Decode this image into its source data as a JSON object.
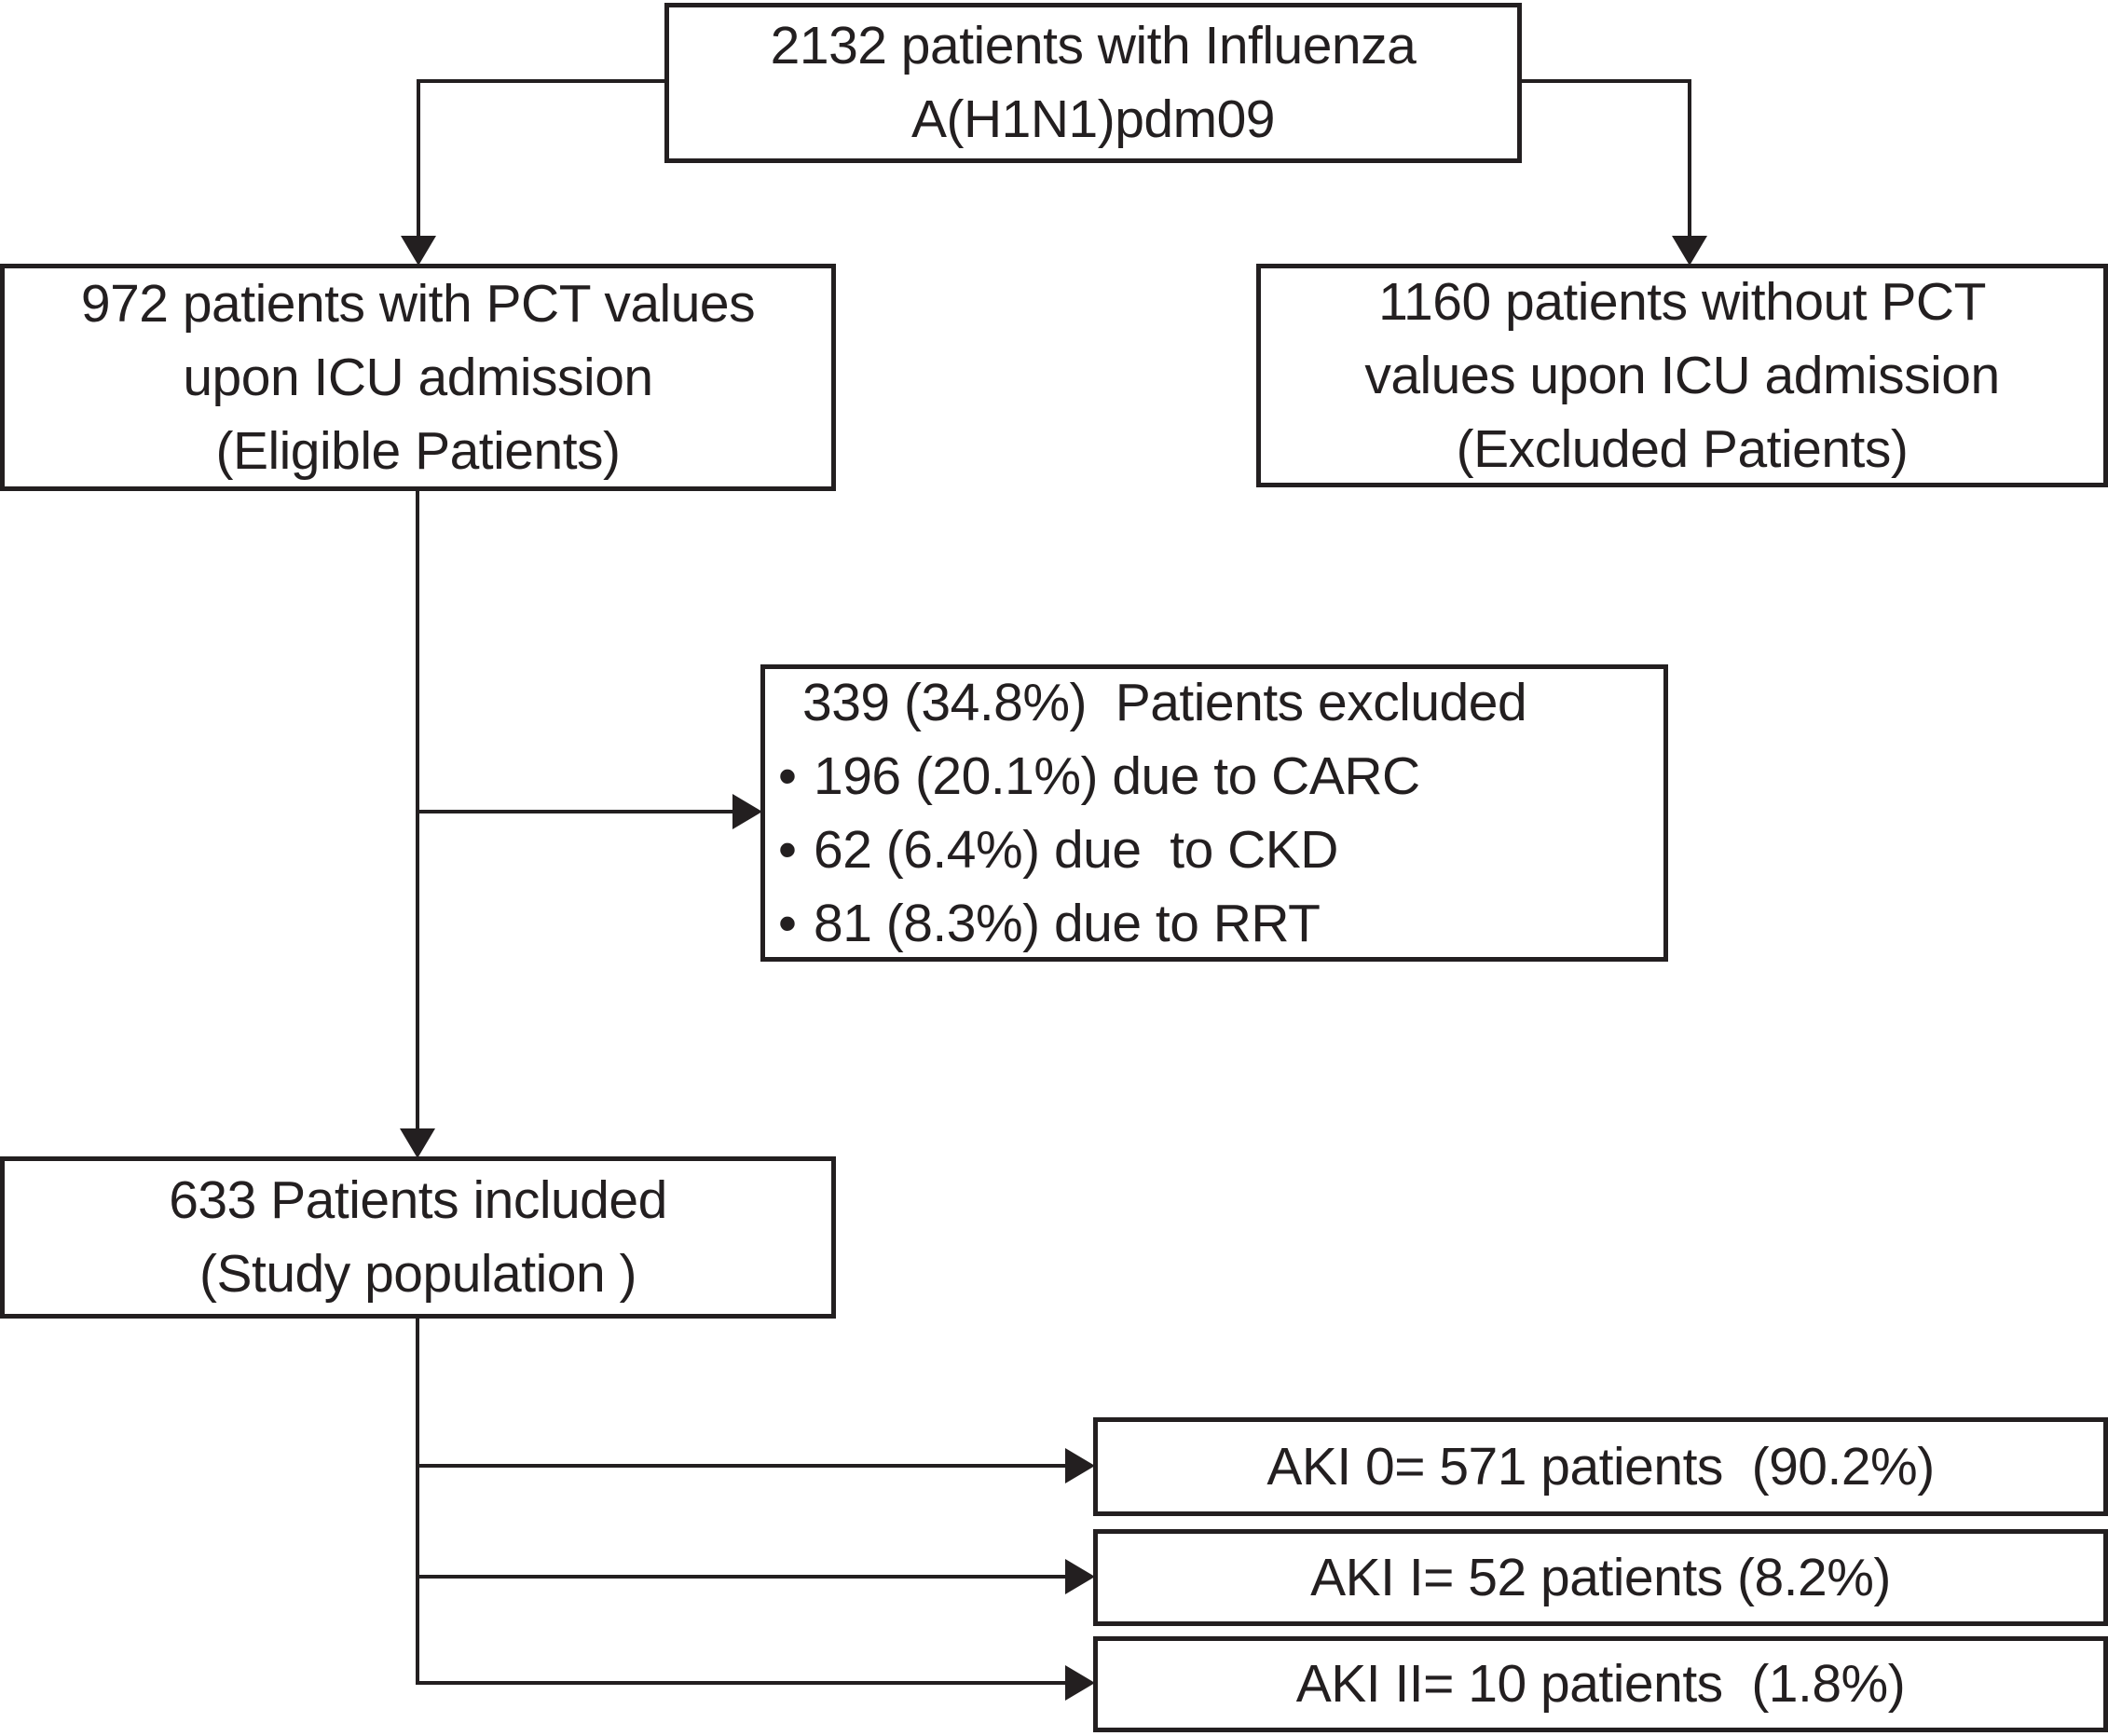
{
  "flowchart": {
    "total": {
      "lines": [
        "2132 patients with Influenza",
        "A(H1N1)pdm09"
      ]
    },
    "eligible": {
      "lines": [
        "972 patients with PCT values",
        "upon ICU admission",
        "(Eligible Patients)"
      ]
    },
    "excluded_no_pct": {
      "lines": [
        "1160 patients without PCT",
        "values upon ICU admission",
        "(Excluded Patients)"
      ]
    },
    "excluded_reasons": {
      "title": "339 (34.8%)  Patients excluded",
      "bullet": "•",
      "items": [
        "196 (20.1%) due to CARC",
        "62 (6.4%) due  to CKD",
        "81 (8.3%) due to RRT"
      ]
    },
    "included": {
      "lines": [
        "633 Patients included",
        "(Study population )"
      ]
    },
    "aki_groups": [
      "AKI 0= 571 patients  (90.2%)",
      "AKI I= 52 patients (8.2%)",
      "AKI II= 10 patients  (1.8%)"
    ],
    "colors": {
      "line": "#231f20",
      "box_border": "#231f20",
      "text": "#231f20",
      "background": "#ffffff"
    }
  }
}
